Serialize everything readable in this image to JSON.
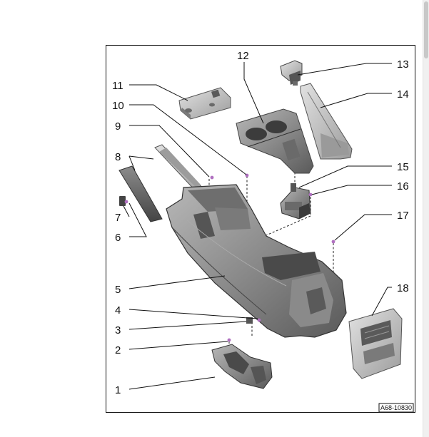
{
  "diagram": {
    "reference_code": "A68-10830",
    "callouts": [
      {
        "number": "1"
      },
      {
        "number": "2"
      },
      {
        "number": "3"
      },
      {
        "number": "4"
      },
      {
        "number": "5"
      },
      {
        "number": "6"
      },
      {
        "number": "7"
      },
      {
        "number": "8"
      },
      {
        "number": "9"
      },
      {
        "number": "10"
      },
      {
        "number": "11"
      },
      {
        "number": "12"
      },
      {
        "number": "13"
      },
      {
        "number": "14"
      },
      {
        "number": "15"
      },
      {
        "number": "16"
      },
      {
        "number": "17"
      },
      {
        "number": "18"
      }
    ]
  },
  "colors": {
    "part_fill": "#9a9a9a",
    "part_dark": "#5e5e5e",
    "part_light": "#c9c9c9",
    "fastener_accent": "#b070c0"
  }
}
